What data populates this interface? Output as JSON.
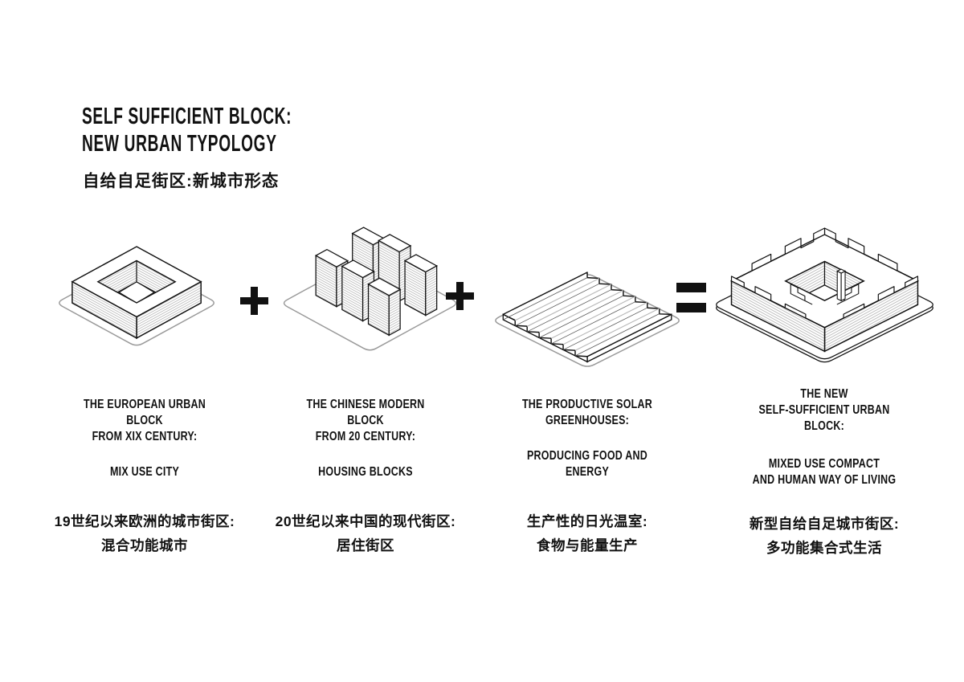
{
  "title": {
    "line1": "SELF SUFFICIENT BLOCK:",
    "line2": "NEW URBAN TYPOLOGY",
    "subtitle_zh": "自给自足街区:新城市形态"
  },
  "operators": [
    {
      "name": "plus",
      "symbol": "+"
    },
    {
      "name": "plus",
      "symbol": "+"
    },
    {
      "name": "equals",
      "symbol": "="
    }
  ],
  "columns": [
    {
      "id": "european-block",
      "diagram": "hollow-courtyard-block-isometric",
      "heading": [
        "THE EUROPEAN URBAN BLOCK",
        "FROM XIX CENTURY:"
      ],
      "subheading": [
        "MIX USE CITY",
        ""
      ],
      "chinese": [
        "19世纪以来欧洲的城市街区:",
        "混合功能城市"
      ]
    },
    {
      "id": "chinese-modern-block",
      "diagram": "six-slab-towers-isometric",
      "heading": [
        "THE CHINESE MODERN BLOCK",
        "FROM 20 CENTURY:"
      ],
      "subheading": [
        "HOUSING BLOCKS",
        ""
      ],
      "chinese": [
        "20世纪以来中国的现代街区:",
        "居住街区"
      ]
    },
    {
      "id": "solar-greenhouses",
      "diagram": "sawtooth-greenhouse-roof-isometric",
      "heading": [
        "THE PRODUCTIVE SOLAR",
        "GREENHOUSES:"
      ],
      "subheading": [
        "PRODUCING FOOD AND ENERGY",
        ""
      ],
      "chinese": [
        "生产性的日光温室:",
        "食物与能量生产"
      ]
    },
    {
      "id": "self-sufficient-block",
      "diagram": "complex-aggregated-courtyard-block-isometric",
      "heading": [
        "THE NEW",
        "SELF-SUFFICIENT URBAN BLOCK:"
      ],
      "subheading": [
        "MIXED USE COMPACT",
        "AND HUMAN WAY OF LIVING"
      ],
      "chinese": [
        "新型自给自足城市街区:",
        "多功能集合式生活"
      ]
    }
  ],
  "colors": {
    "ink": "#111111",
    "plate_outline": "#999999",
    "hatch": "#b9b9b9"
  }
}
